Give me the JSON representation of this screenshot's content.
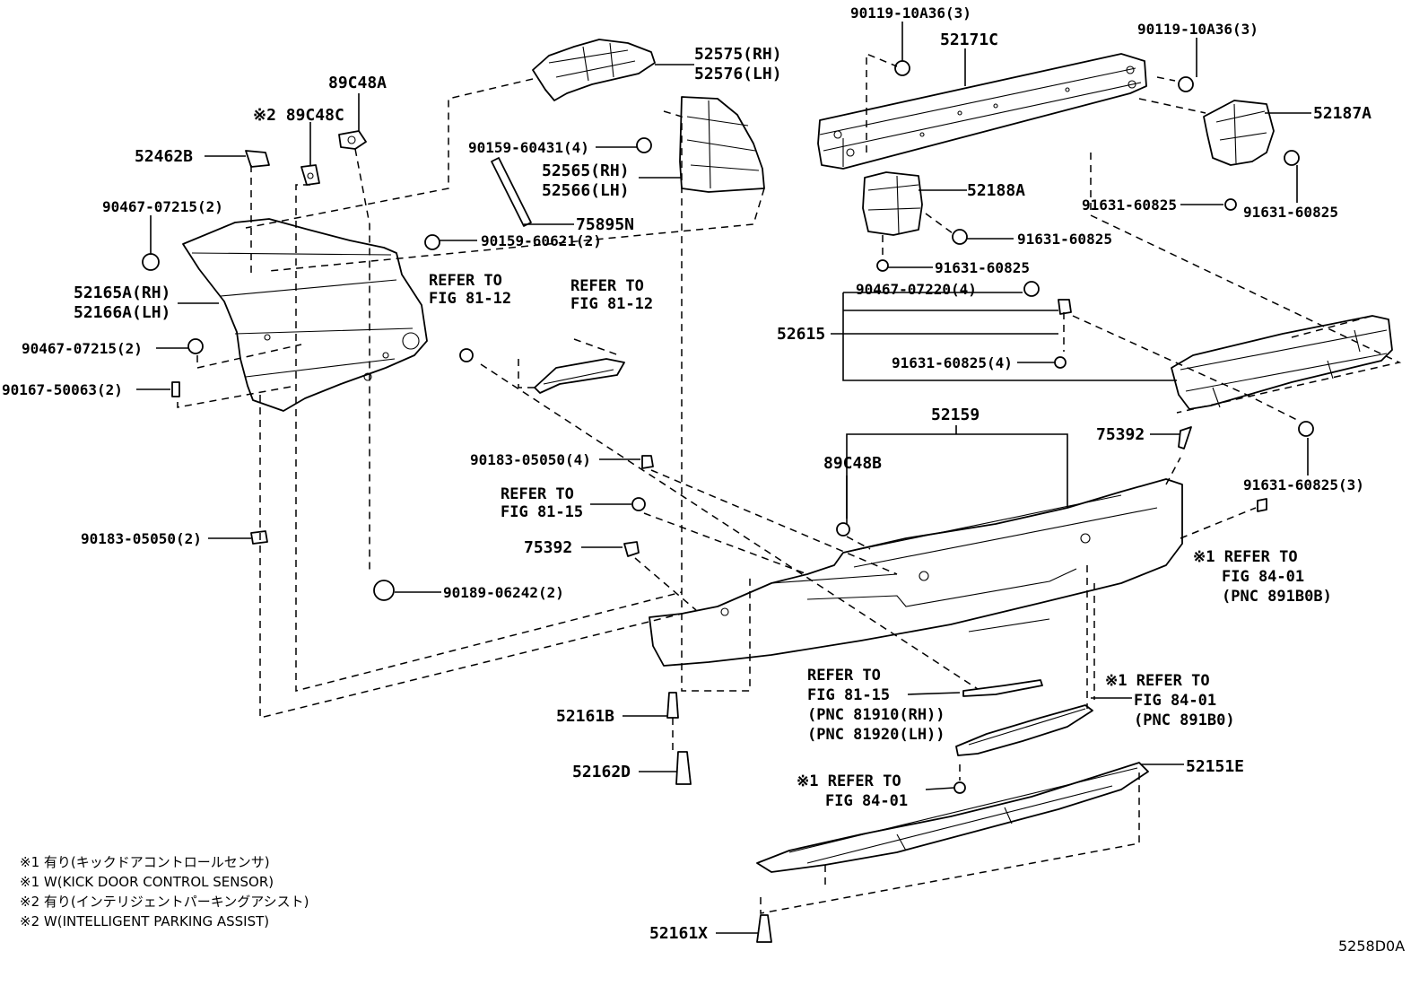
{
  "labels": {
    "p52575": "52575(RH)",
    "p52576": "52576(LH)",
    "p89c48a": "89C48A",
    "p89c48c": "※2 89C48C",
    "p52462b": "52462B",
    "p90467_07215_a": "90467-07215(2)",
    "p52165a": "52165A(RH)",
    "p52166a": "52166A(LH)",
    "p90467_07215_b": "90467-07215(2)",
    "p90167": "90167-50063(2)",
    "p90183_2": "90183-05050(2)",
    "p90189": "90189-06242(2)",
    "p90159_60431": "90159-60431(4)",
    "p52565": "52565(RH)",
    "p52566": "52566(LH)",
    "p75895n": "75895N",
    "p90159_60621": "90159-60621(2)",
    "ref1_a": "REFER TO",
    "ref1_b": "FIG 81-12",
    "ref2_a": "REFER TO",
    "ref2_b": "FIG 81-12",
    "p90183_4": "90183-05050(4)",
    "ref3_a": "REFER TO",
    "ref3_b": "FIG 81-15",
    "p75392_a": "75392",
    "p52161b": "52161B",
    "p52162d": "52162D",
    "p52161x": "52161X",
    "p90119_a": "90119-10A36(3)",
    "p52171c": "52171C",
    "p90119_b": "90119-10A36(3)",
    "p52187a": "52187A",
    "p52188a": "52188A",
    "p91631_a": "91631-60825",
    "p91631_b": "91631-60825",
    "p91631_c": "91631-60825",
    "p91631_d": "91631-60825",
    "p90467_07220": "90467-07220(4)",
    "p52615": "52615",
    "p91631_4": "91631-60825(4)",
    "p52159": "52159",
    "p75392_b": "75392",
    "p89c48b": "89C48B",
    "p91631_3": "91631-60825(3)",
    "ref4_a": "※1 REFER TO",
    "ref4_b": "FIG 84-01",
    "ref4_c": "(PNC 891B0B)",
    "ref5_a": "REFER TO",
    "ref5_b": "FIG 81-15",
    "ref5_c": "(PNC 81910(RH))",
    "ref5_d": "(PNC 81920(LH))",
    "ref6_a": "※1 REFER TO",
    "ref6_b": "FIG 84-01",
    "ref6_c": "(PNC 891B0)",
    "p52151e": "52151E",
    "ref7_a": "※1 REFER TO",
    "ref7_b": "FIG 84-01"
  },
  "notes": [
    "※1 有り(キックドアコントロールセンサ)",
    "※1 W(KICK DOOR CONTROL SENSOR)",
    "※2 有り(インテリジェントパーキングアシスト)",
    "※2 W(INTELLIGENT PARKING ASSIST)"
  ],
  "illustration_code": "5258D0A"
}
